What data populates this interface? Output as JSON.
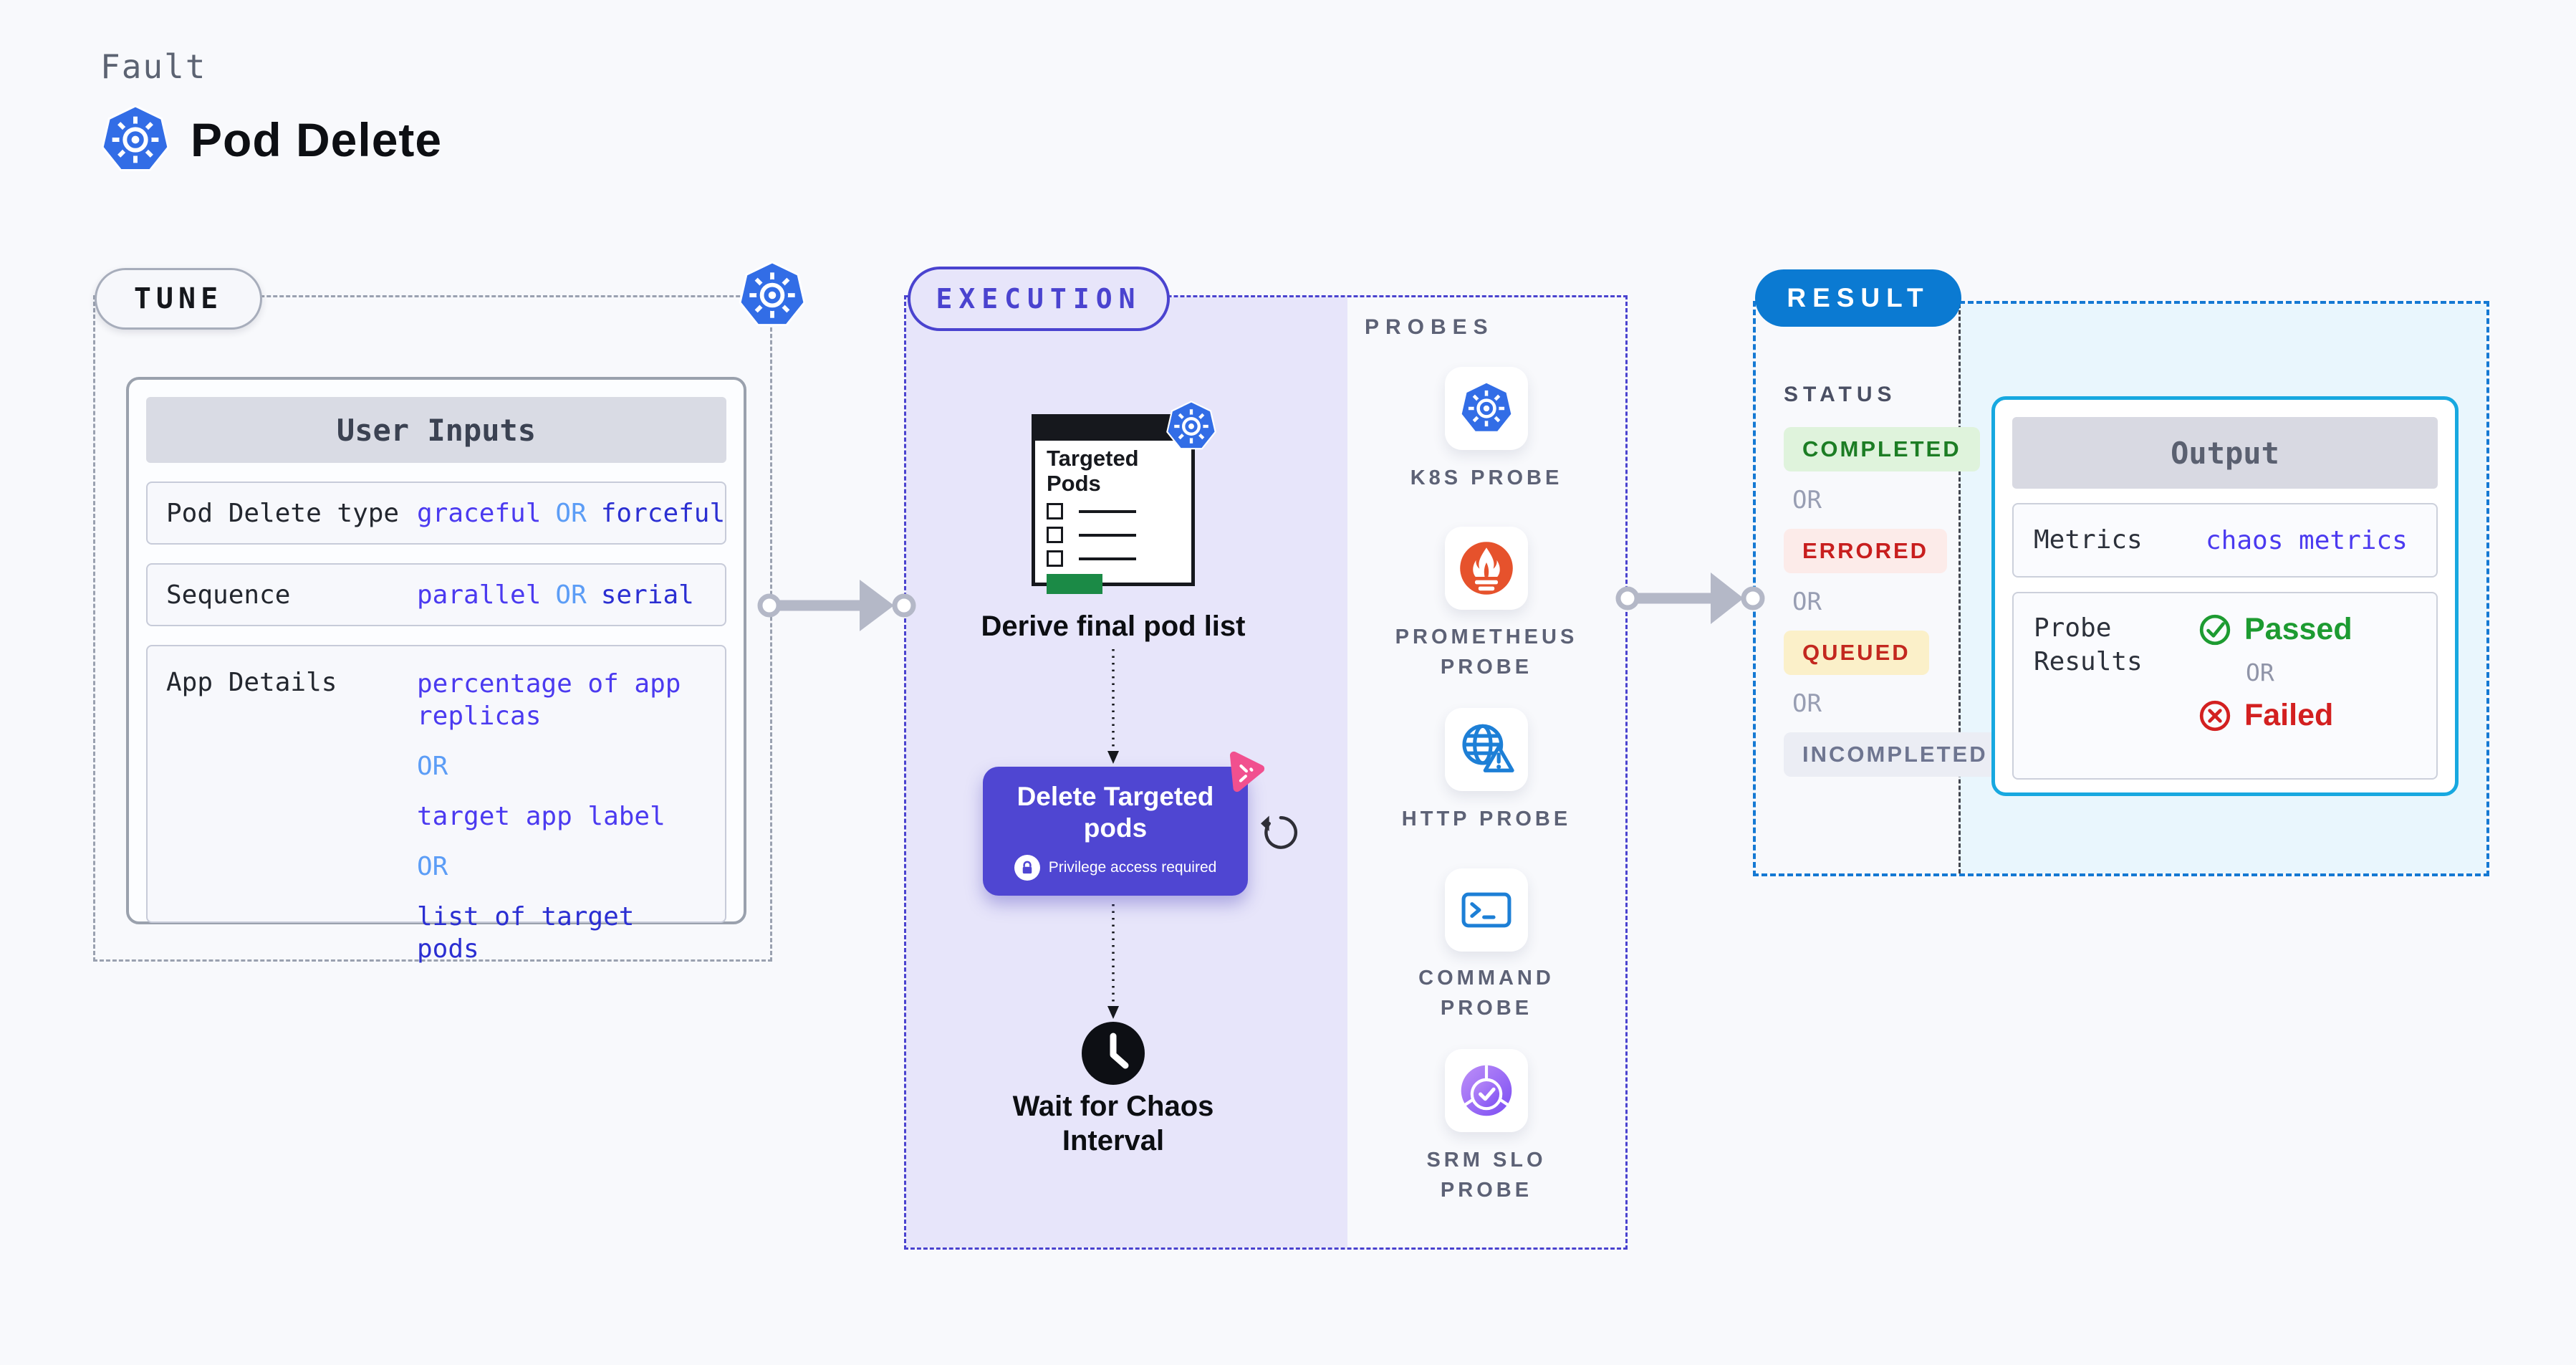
{
  "header": {
    "kicker": "Fault",
    "title": "Pod Delete"
  },
  "colors": {
    "accent_indigo": "#4a43cf",
    "delete_card": "#4f46d2",
    "result_blue": "#0b7ad2",
    "output_cyan": "#17a8e0",
    "passed_green": "#1d9b31",
    "failed_red": "#d32020",
    "value_violet": "#4b3af0",
    "value_navy": "#2b2fd2",
    "or_blue": "#5c9df6",
    "kubernetes_blue": "#326de6",
    "prometheus_orange": "#e6522c",
    "lavender_panel": "#e7e5fa",
    "green_bar": "#1b8a46",
    "pink_chaos": "#f1508f"
  },
  "tune": {
    "pill": "TUNE",
    "card_header": "User Inputs",
    "rows": [
      {
        "label": "Pod Delete type",
        "parts": [
          {
            "t": "graceful"
          },
          {
            "t": "OR"
          },
          {
            "t": "forceful"
          }
        ]
      },
      {
        "label": "Sequence",
        "parts": [
          {
            "t": "parallel"
          },
          {
            "t": "OR"
          },
          {
            "t": "serial"
          }
        ]
      },
      {
        "label": "App Details",
        "lines": [
          {
            "t": "percentage of app replicas"
          },
          {
            "t": "OR"
          },
          {
            "t": "target app label"
          },
          {
            "t": "OR"
          },
          {
            "t": "list of target pods"
          }
        ]
      }
    ]
  },
  "execution": {
    "pill": "EXECUTION",
    "doc_title": "Targeted Pods",
    "step1_caption": "Derive final pod list",
    "delete_title": "Delete Targeted pods",
    "privilege_note": "Privilege access required",
    "step3_caption": "Wait for Chaos Interval",
    "probes_title": "PROBES",
    "probes": [
      {
        "label": "K8S PROBE",
        "icon": "kubernetes-icon"
      },
      {
        "label": "PROMETHEUS PROBE",
        "icon": "prometheus-icon"
      },
      {
        "label": "HTTP PROBE",
        "icon": "globe-warning-icon"
      },
      {
        "label": "COMMAND PROBE",
        "icon": "terminal-icon"
      },
      {
        "label": "SRM SLO PROBE",
        "icon": "slo-donut-icon"
      }
    ]
  },
  "result": {
    "pill": "RESULT",
    "status_title": "STATUS",
    "or_label": "OR",
    "statuses": [
      {
        "text": "COMPLETED",
        "type": "completed"
      },
      {
        "text": "ERRORED",
        "type": "errored"
      },
      {
        "text": "QUEUED",
        "type": "queued"
      },
      {
        "text": "INCOMPLETED",
        "type": "incompleted"
      }
    ],
    "output": {
      "header": "Output",
      "metrics_label": "Metrics",
      "metrics_value": "chaos metrics",
      "probe_results_label": "Probe Results",
      "passed": "Passed",
      "or_label": "OR",
      "failed": "Failed"
    }
  }
}
